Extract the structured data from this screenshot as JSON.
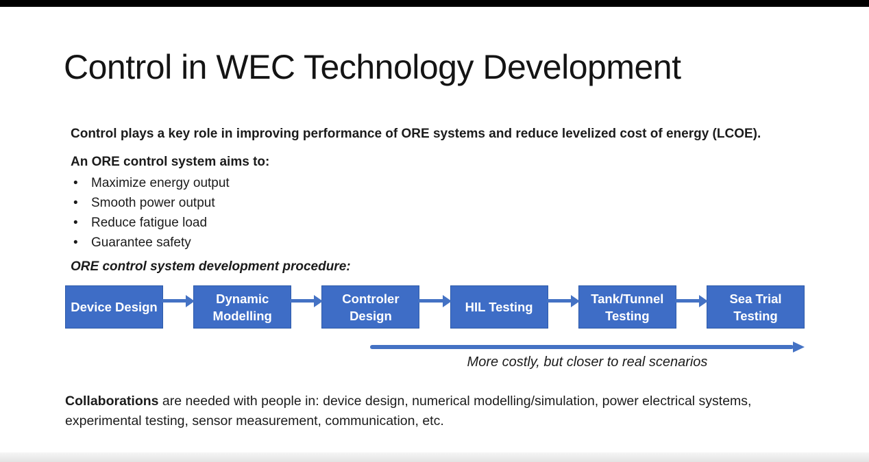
{
  "slide": {
    "title": "Control in WEC Technology Development",
    "intro": "Control plays a key role in improving performance of ORE systems and reduce levelized cost of energy (LCOE).",
    "aims_heading": "An ORE control system aims to:",
    "aims": [
      "Maximize energy output",
      "Smooth power output",
      "Reduce fatigue load",
      "Guarantee safety"
    ],
    "procedure_heading": "ORE control system development procedure:",
    "procedure_steps": [
      "Device Design",
      "Dynamic Modelling",
      "Controler Design",
      "HIL Testing",
      "Tank/Tunnel Testing",
      "Sea Trial Testing"
    ],
    "arrow_caption": "More costly, but closer to real scenarios",
    "collaboration_bold": "Collaborations",
    "collaboration_rest": " are needed with people in: device design, numerical modelling/simulation, power electrical systems, experimental testing, sensor measurement, communication, etc.",
    "colors": {
      "box_fill": "#3e6dc6",
      "box_border": "#2d5aa9",
      "arrow": "#4472c4",
      "text": "#1b1b1b"
    }
  }
}
